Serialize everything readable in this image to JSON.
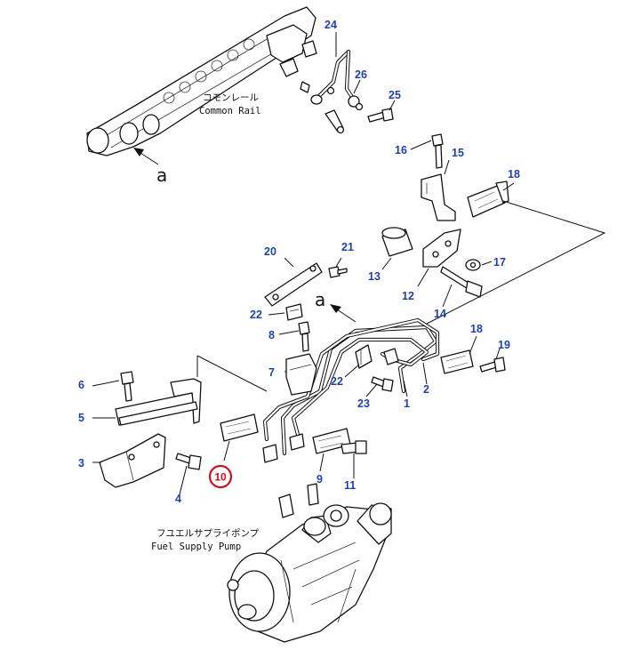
{
  "labels": {
    "common_rail_jp": "コモンレール",
    "common_rail_en": "Common Rail",
    "fuel_pump_jp": "フユエルサプライポンプ",
    "fuel_pump_en": "Fuel Supply Pump",
    "view_marker": "a"
  },
  "highlight": {
    "part_number": "10",
    "color": "#d10f14"
  },
  "callout_color": "#1f3fb8",
  "callouts": {
    "n1": "1",
    "n2": "2",
    "n3": "3",
    "n4": "4",
    "n5": "5",
    "n6": "6",
    "n7": "7",
    "n8": "8",
    "n9": "9",
    "n11": "11",
    "n12": "12",
    "n13": "13",
    "n14": "14",
    "n15": "15",
    "n16": "16",
    "n17": "17",
    "n18a": "18",
    "n18b": "18",
    "n19": "19",
    "n20": "20",
    "n21": "21",
    "n22a": "22",
    "n22b": "22",
    "n23": "23",
    "n24": "24",
    "n25": "25",
    "n26": "26"
  }
}
